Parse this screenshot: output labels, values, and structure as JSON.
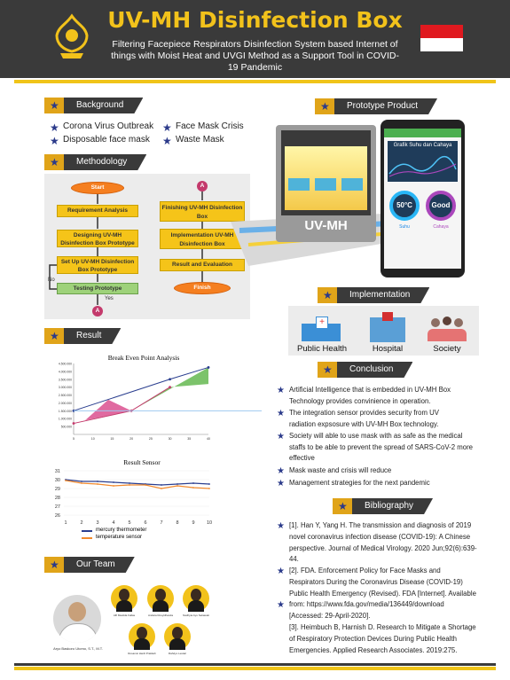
{
  "header": {
    "title": "UV-MH Disinfection Box",
    "subtitle": "Filtering Facepiece Respirators Disinfection System based Internet of things with Moist Heat and UVGI Method as a Support Tool in COVID-19 Pandemic"
  },
  "colors": {
    "accent": "#f2c21b",
    "dark": "#3a3a3a",
    "star": "#2b3a8a",
    "flag_red": "#e0191f"
  },
  "sections": {
    "background": "Background",
    "methodology": "Methodology",
    "result": "Result",
    "team": "Our Team",
    "prototype": "Prototype Product",
    "implementation": "Implementation",
    "conclusion": "Conclusion",
    "bibliography": "Bibliography"
  },
  "background_items": [
    "Corona Virus Outbreak",
    "Face Mask Crisis",
    "Disposable face mask",
    "Waste Mask"
  ],
  "flow": {
    "start": "Start",
    "req": "Requirement Analysis",
    "design": "Designing UV-MH Disinfection Box Prototype",
    "setup": "Set Up UV-MH Disinfection Box Prototype",
    "testing": "Testing Prototype",
    "no": "No",
    "yes": "Yes",
    "connector": "A",
    "finishing": "Finishing UV-MH Disinfection Box",
    "implementation": "Implementation UV-MH Disinfection Box",
    "result": "Result and Evaluation",
    "finish": "Finish"
  },
  "prototype": {
    "device_label": "UV-MH",
    "phone_chart_title": "Grafik Suhu dan Cahaya",
    "gauge1_value": "50°C",
    "gauge1_label": "Suhu",
    "gauge2_value": "Good",
    "gauge2_label": "Cahaya"
  },
  "implementation": [
    "Public Health",
    "Hospital",
    "Society"
  ],
  "conclusion": [
    "Artificial Intelligence that is embedded in UV-MH Box Technology provides convinience in operation.",
    "The integration sensor provides security from UV radiation expsosure with UV-MH Box technology.",
    "Society will able to use mask with as safe as the medical staffs to be able to prevent the spread of SARS-CoV-2 more effective",
    "Mask waste and crisis will reduce",
    "Management strategies for the next pandemic"
  ],
  "bibliography": [
    "[1]. Han Y, Yang H. The transmission and diagnosis of 2019 novel coronavirus infection disease (COVID-19): A Chinese perspective. Journal of Medical Virology. 2020 Jun;92(6):639-44.",
    "[2]. FDA. Enforcement Policy for Face Masks and Respirators During the Coronavirus Disease (COVID-19) Public Health Emergency (Revised). FDA [Internet]. Available from: https://www.fda.gov/media/136449/download [Accessed: 29-April-2020].",
    "[3]. Heimbuch B, Harnish D. Research to Mitigate a Shortage of Respiratory Protection Devices During Public Health Emergencies. Applied Research Associates. 2019:275."
  ],
  "team": {
    "lead": "Aryo Baskoro Utomo, S.T., M.T.",
    "members": [
      "Alfi Maulida Fallas",
      "Andara Rosyidhanda",
      "Nadhyia Ayu Setiawati",
      "Rosamsi Hardi Pratikah",
      "Rahdyo Lestari"
    ]
  },
  "chart_data": [
    {
      "type": "line",
      "title": "Break Even Point Analysis",
      "y_ticks": [
        "4.500.000",
        "4.000.000",
        "3.500.000",
        "3.000.000",
        "2.500.000",
        "2.000.000",
        "1.500.000",
        "1.000.000",
        "500.000"
      ],
      "x_ticks": [
        "5",
        "10",
        "15",
        "20",
        "25",
        "30",
        "35",
        "40"
      ],
      "series": [
        {
          "values": [
            [
              5,
              1500000
            ],
            [
              30,
              3500000
            ],
            [
              40,
              4250000
            ]
          ]
        },
        {
          "values": [
            [
              5,
              700000
            ],
            [
              20,
              1500000
            ],
            [
              30,
              3000000
            ]
          ]
        }
      ],
      "ylim": [
        0,
        4500000
      ],
      "xlim": [
        5,
        40
      ]
    },
    {
      "type": "line",
      "title": "Result Sensor",
      "categories": [
        "1",
        "2",
        "3",
        "4",
        "5",
        "6",
        "7",
        "8",
        "9",
        "10"
      ],
      "y_ticks": [
        "31",
        "30",
        "29",
        "28",
        "27",
        "26"
      ],
      "ylim": [
        26,
        31
      ],
      "series": [
        {
          "name": "mercury thermometer",
          "values": [
            30,
            29.8,
            29.8,
            29.7,
            29.6,
            29.5,
            29.4,
            29.5,
            29.6,
            29.5
          ]
        },
        {
          "name": "temperature sensor",
          "values": [
            29.9,
            29.6,
            29.5,
            29.3,
            29.4,
            29.4,
            29.0,
            29.3,
            29.1,
            29.0
          ]
        }
      ],
      "colors": [
        "#2a3e8f",
        "#f28a2d"
      ]
    }
  ]
}
